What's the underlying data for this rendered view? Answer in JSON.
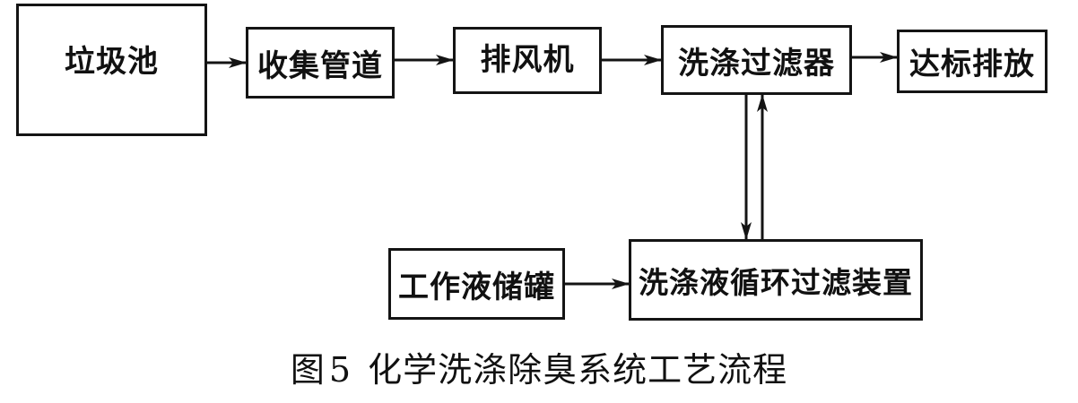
{
  "diagram": {
    "nodes": {
      "garbage_pool": "垃圾池",
      "collection_pipe": "收集管道",
      "exhaust_fan": "排风机",
      "scrubber_filter": "洗涤过滤器",
      "compliant_discharge": "达标排放",
      "working_fluid_tank": "工作液储罐",
      "circulation_filter_unit": "洗涤液循环过滤装置"
    },
    "edges": [
      [
        "garbage_pool",
        "collection_pipe"
      ],
      [
        "collection_pipe",
        "exhaust_fan"
      ],
      [
        "exhaust_fan",
        "scrubber_filter"
      ],
      [
        "scrubber_filter",
        "compliant_discharge"
      ],
      [
        "scrubber_filter",
        "circulation_filter_unit"
      ],
      [
        "circulation_filter_unit",
        "scrubber_filter"
      ],
      [
        "working_fluid_tank",
        "circulation_filter_unit"
      ]
    ]
  },
  "caption": {
    "prefix": "图",
    "number": "5",
    "title": "化学洗涤除臭系统工艺流程"
  },
  "colors": {
    "line": "#141414",
    "background": "#ffffff"
  }
}
